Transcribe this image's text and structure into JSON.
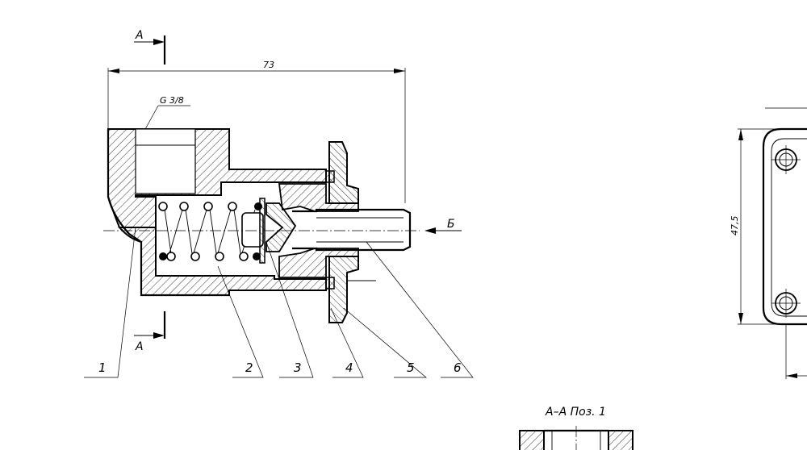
{
  "section_marks": {
    "top": "А",
    "bottom": "А"
  },
  "dimensions": {
    "overall_length": "73",
    "thread": "G 3/8",
    "height": "47,5"
  },
  "view_arrow_label": "Б",
  "positions": [
    "1",
    "2",
    "3",
    "4",
    "5",
    "6"
  ],
  "section_view_title": "А–А Поз. 1"
}
